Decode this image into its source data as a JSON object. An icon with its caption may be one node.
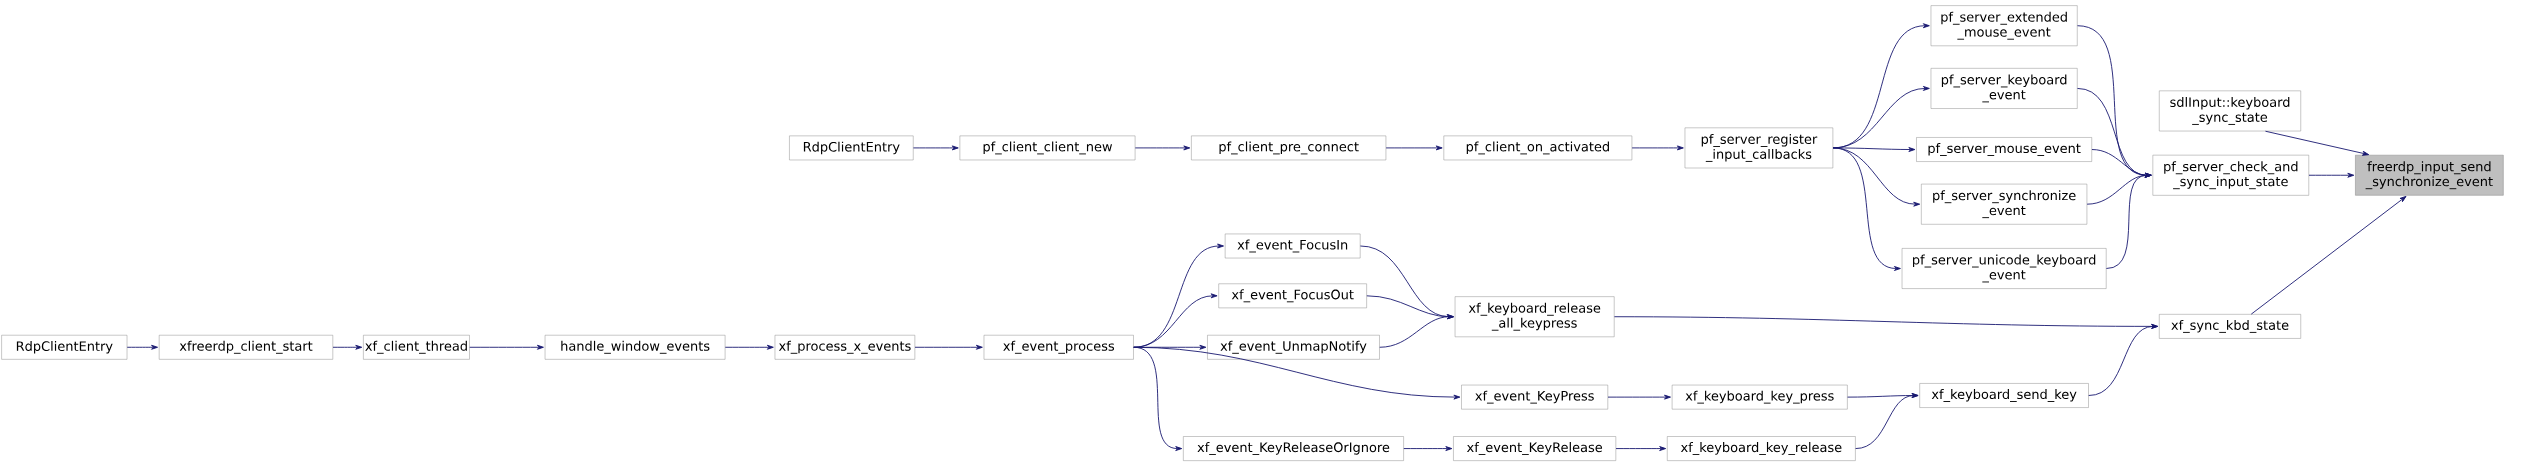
{
  "diagram": {
    "nodes": [
      {
        "text": [
          "freerdp_input_send _synchronize_event"
        ]
      },
      {
        "text": [
          "sdlInput::keyboard _sync_state"
        ]
      },
      {
        "text": [
          "pf_server_check_and _sync_input_state"
        ]
      },
      {
        "text": [
          "xf_sync_kbd_state"
        ]
      },
      {
        "text": [
          "pf_server_extended _mouse_event"
        ]
      },
      {
        "text": [
          "pf_server_keyboard _event"
        ]
      },
      {
        "text": [
          "pf_server_mouse_event"
        ]
      },
      {
        "text": [
          "pf_server_synchronize _event"
        ]
      },
      {
        "text": [
          "pf_server_unicode_keyboard _event"
        ]
      },
      {
        "text": [
          "pf_server_register _input_callbacks"
        ]
      },
      {
        "text": [
          "pf_client_on_activated"
        ]
      },
      {
        "text": [
          "pf_client_pre_connect"
        ]
      },
      {
        "text": [
          "pf_client_client_new"
        ]
      },
      {
        "text": [
          "RdpClientEntry"
        ]
      },
      {
        "text": [
          "xf_keyboard_release _all_keypress"
        ]
      },
      {
        "text": [
          "xf_event_FocusIn"
        ]
      },
      {
        "text": [
          "xf_event_FocusOut"
        ]
      },
      {
        "text": [
          "xf_event_UnmapNotify"
        ]
      },
      {
        "text": [
          "xf_keyboard_send_key"
        ]
      },
      {
        "text": [
          "xf_keyboard_key_press"
        ]
      },
      {
        "text": [
          "xf_keyboard_key_release"
        ]
      },
      {
        "text": [
          "xf_event_KeyPress"
        ]
      },
      {
        "text": [
          "xf_event_KeyRelease"
        ]
      },
      {
        "text": [
          "xf_event_KeyReleaseOrIgnore"
        ]
      },
      {
        "text": [
          "xf_event_process"
        ]
      },
      {
        "text": [
          "xf_process_x_events"
        ]
      },
      {
        "text": [
          "handle_window_events"
        ]
      },
      {
        "text": [
          "xf_client_thread"
        ]
      },
      {
        "text": [
          "xfreerdp_client_start"
        ]
      },
      {
        "text": [
          "RdpClientEntry"
        ]
      }
    ],
    "edges": [
      {
        "from": 13,
        "to": 12,
        "arrow": "to"
      },
      {
        "from": 12,
        "to": 11,
        "arrow": "to"
      },
      {
        "from": 11,
        "to": 10,
        "arrow": "to"
      },
      {
        "from": 10,
        "to": 9,
        "arrow": "to"
      },
      {
        "from": 9,
        "to": 4,
        "arrow": "to"
      },
      {
        "from": 9,
        "to": 5,
        "arrow": "to"
      },
      {
        "from": 9,
        "to": 6,
        "arrow": "to"
      },
      {
        "from": 9,
        "to": 7,
        "arrow": "to"
      },
      {
        "from": 9,
        "to": 8,
        "arrow": "to"
      },
      {
        "from": 4,
        "to": 2,
        "arrow": "to"
      },
      {
        "from": 5,
        "to": 2,
        "arrow": "to"
      },
      {
        "from": 6,
        "to": 2,
        "arrow": "to"
      },
      {
        "from": 7,
        "to": 2,
        "arrow": "to"
      },
      {
        "from": 8,
        "to": 2,
        "arrow": "to"
      },
      {
        "from": 1,
        "to": 0,
        "arrow": "to"
      },
      {
        "from": 2,
        "to": 0,
        "arrow": "to"
      },
      {
        "from": 3,
        "to": 0,
        "arrow": "to"
      },
      {
        "from": 14,
        "to": 3,
        "arrow": "to"
      },
      {
        "from": 18,
        "to": 3,
        "arrow": "to"
      },
      {
        "from": 15,
        "to": 14,
        "arrow": "to"
      },
      {
        "from": 16,
        "to": 14,
        "arrow": "to"
      },
      {
        "from": 17,
        "to": 14,
        "arrow": "to"
      },
      {
        "from": 24,
        "to": 15,
        "arrow": "to"
      },
      {
        "from": 24,
        "to": 16,
        "arrow": "to"
      },
      {
        "from": 24,
        "to": 17,
        "arrow": "to"
      },
      {
        "from": 24,
        "to": 21,
        "arrow": "to"
      },
      {
        "from": 24,
        "to": 23,
        "arrow": "to"
      },
      {
        "from": 23,
        "to": 22,
        "arrow": "to"
      },
      {
        "from": 21,
        "to": 19,
        "arrow": "to"
      },
      {
        "from": 22,
        "to": 20,
        "arrow": "to"
      },
      {
        "from": 19,
        "to": 18,
        "arrow": "to"
      },
      {
        "from": 20,
        "to": 18,
        "arrow": "to"
      },
      {
        "from": 25,
        "to": 24,
        "arrow": "to"
      },
      {
        "from": 26,
        "to": 25,
        "arrow": "to"
      },
      {
        "from": 27,
        "to": 26,
        "arrow": "to"
      },
      {
        "from": 28,
        "to": 27,
        "arrow": "to"
      },
      {
        "from": 29,
        "to": 28,
        "arrow": "to"
      }
    ]
  }
}
